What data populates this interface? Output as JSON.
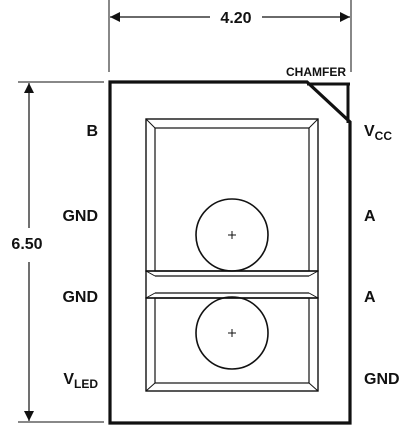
{
  "dimensions": {
    "width_label": "4.20",
    "height_label": "6.50"
  },
  "chamfer_label": "CHAMFER",
  "pins": {
    "left": [
      {
        "main": "B",
        "sub": ""
      },
      {
        "main": "GND",
        "sub": ""
      },
      {
        "main": "GND",
        "sub": ""
      },
      {
        "main": "V",
        "sub": "LED"
      }
    ],
    "right": [
      {
        "main": "V",
        "sub": "CC"
      },
      {
        "main": "A",
        "sub": ""
      },
      {
        "main": "A",
        "sub": ""
      },
      {
        "main": "GND",
        "sub": ""
      }
    ]
  },
  "colors": {
    "ink": "#111111",
    "background": "#ffffff"
  }
}
